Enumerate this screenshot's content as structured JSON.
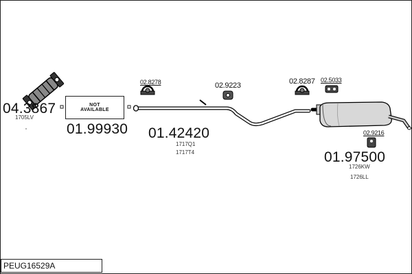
{
  "diagram": {
    "model_code": "PEUG16529A",
    "not_available_box": {
      "line1": "NOT",
      "line2": "AVAILABLE"
    },
    "parts": [
      {
        "id": "catalyst",
        "number": "04.3867",
        "oem_codes": [
          "1705LV"
        ]
      },
      {
        "id": "front-section",
        "number": "01.99930",
        "oem_codes": []
      },
      {
        "id": "middle-pipe",
        "number": "01.42420",
        "oem_codes": [
          "1717Q1",
          "1717T4"
        ]
      },
      {
        "id": "rear-silencer",
        "number": "01.97500",
        "oem_codes": [
          "1726KW",
          "1726LL"
        ]
      }
    ],
    "accessories": [
      {
        "id": "clamp-1",
        "number": "02.8278",
        "icon": "clamp-icon"
      },
      {
        "id": "rubber-mount-1",
        "number": "02.9223",
        "icon": "rubber-mount-icon"
      },
      {
        "id": "clamp-2",
        "number": "02.8287",
        "icon": "clamp-icon"
      },
      {
        "id": "rubber-mount-2",
        "number": "02.5033",
        "icon": "rubber-mount-icon"
      },
      {
        "id": "rubber-mount-3",
        "number": "02.9216",
        "icon": "rubber-mount-icon"
      }
    ]
  }
}
